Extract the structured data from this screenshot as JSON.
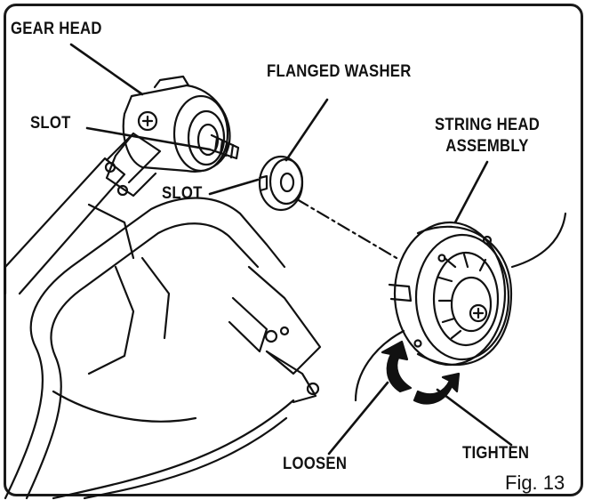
{
  "labels": {
    "gear_head": "GEAR HEAD",
    "flanged_washer": "FLANGED WASHER",
    "slot_upper": "SLOT",
    "slot_lower": "SLOT",
    "string_head_line1": "STRING HEAD",
    "string_head_line2": "ASSEMBLY",
    "loosen": "LOOSEN",
    "tighten": "TIGHTEN"
  },
  "figure_number": "Fig. 13",
  "colors": {
    "ink": "#111111",
    "background": "#ffffff",
    "frame": "#1a1a1a"
  }
}
